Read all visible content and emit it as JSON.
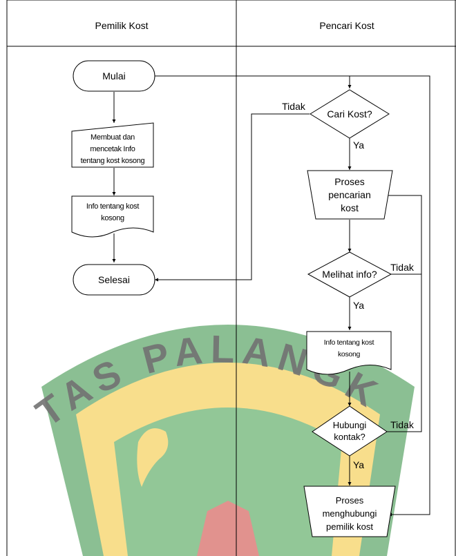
{
  "lanes": {
    "left_header": "Pemilik Kost",
    "right_header": "Pencari Kost"
  },
  "watermark": {
    "arc_text": "TAS PALANGK",
    "colors": {
      "green": "#2e8b3c",
      "yellow": "#f2c230",
      "red": "#c93a32"
    }
  },
  "nodes": {
    "mulai": "Mulai",
    "membuat": [
      "Membuat dan",
      "mencetak Info",
      "tentang kost kosong"
    ],
    "info_left": [
      "Info tentang kost",
      "kosong"
    ],
    "selesai": "Selesai",
    "cari": "Cari Kost?",
    "proses_cari": [
      "Proses",
      "pencarian",
      "kost"
    ],
    "melihat": "Melihat info?",
    "info_right": [
      "Info tentang kost",
      "kosong"
    ],
    "hubungi": [
      "Hubungi",
      "kontak?"
    ],
    "proses_hub": [
      "Proses",
      "menghubungi",
      "pemilik kost"
    ]
  },
  "edge_labels": {
    "cari_no": "Tidak",
    "cari_yes": "Ya",
    "melihat_no": "Tidak",
    "melihat_yes": "Ya",
    "hubungi_no": "Tidak",
    "hubungi_yes": "Ya"
  }
}
